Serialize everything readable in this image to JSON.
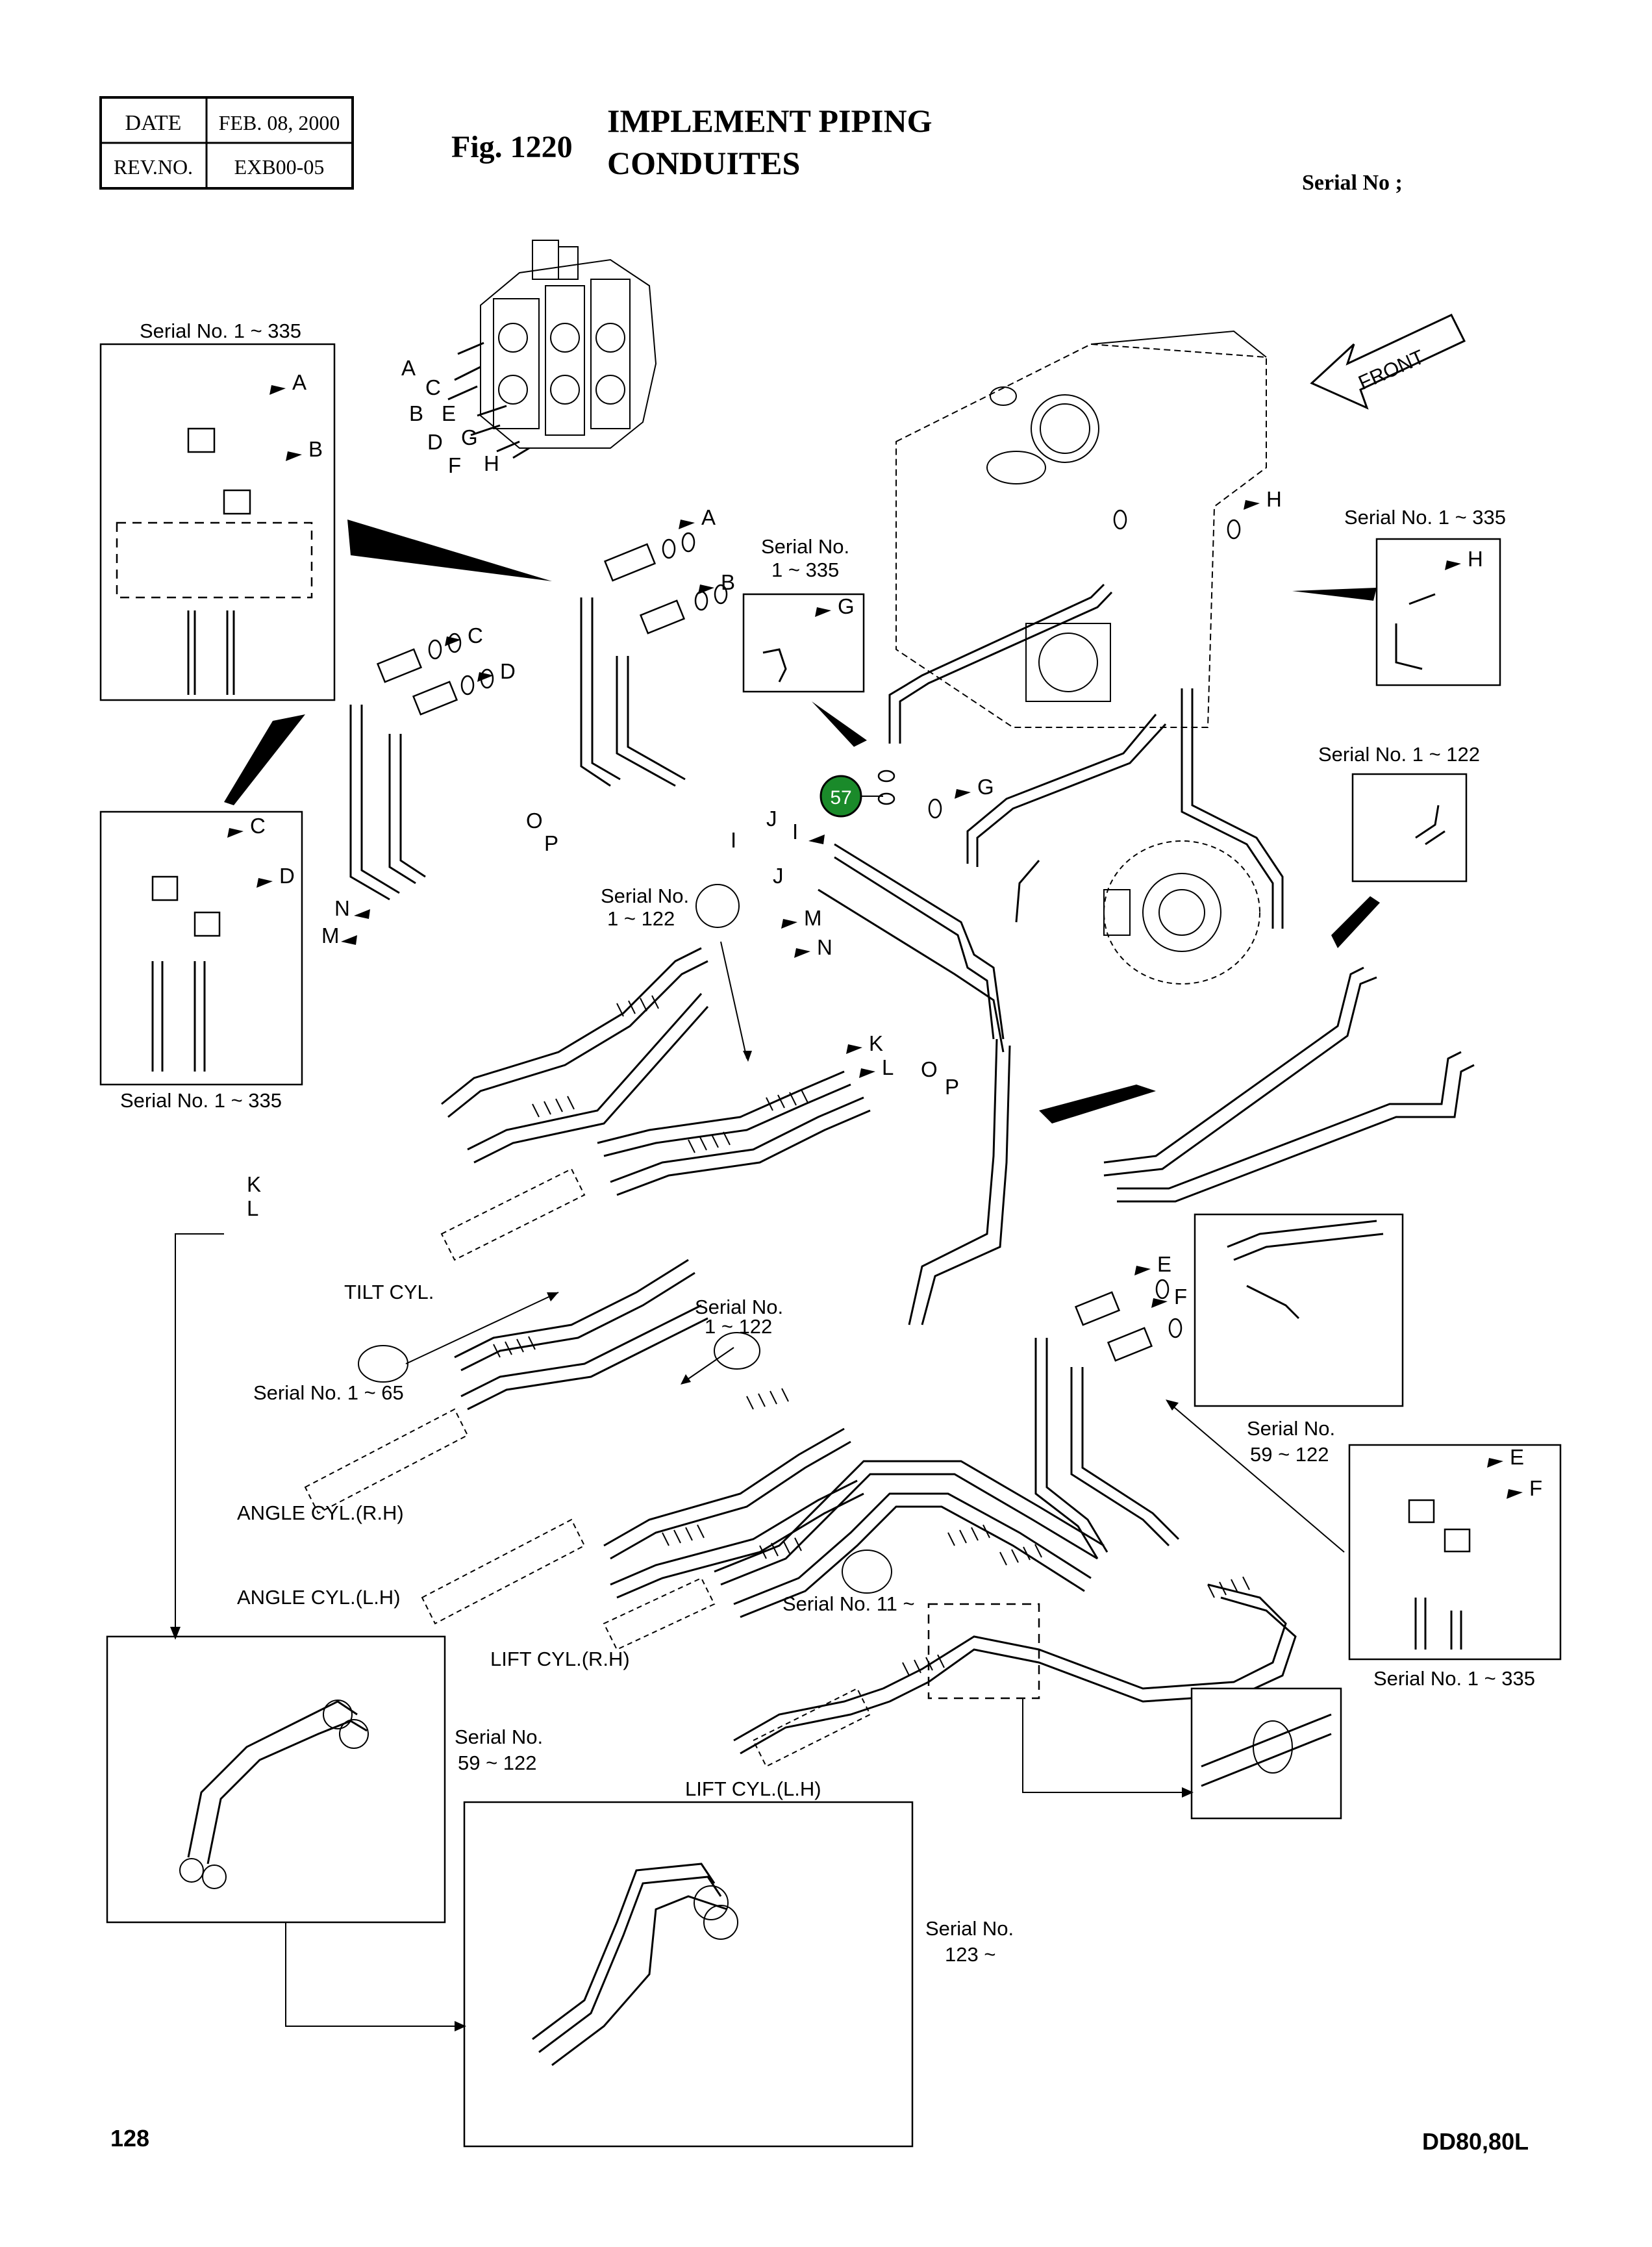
{
  "header": {
    "date_label": "DATE",
    "date_value": "FEB. 08, 2000",
    "rev_label": "REV.NO.",
    "rev_value": "EXB00-05",
    "fig_number": "Fig. 1220",
    "title_line1": "IMPLEMENT PIPING",
    "title_line2": "CONDUITES",
    "serial_label": "Serial No ;"
  },
  "callouts": {
    "sn_1_335_a": "Serial No. 1 ~ 335",
    "sn_1_335_b": "Serial No. 1 ~ 335",
    "sn_1_335_c": "Serial No. 1 ~ 335",
    "sn_1_335_d": "Serial No. 1 ~ 335",
    "sn_1_335_split_top": "Serial No.",
    "sn_1_335_split_bottom": "1 ~ 335",
    "sn_1_122_a": "Serial No. 1 ~ 122",
    "sn_1_122_split_top": "Serial No.",
    "sn_1_122_split_bottom": "1 ~ 122",
    "sn_1_122_b_top": "Serial No.",
    "sn_1_122_b_bottom": "1 ~ 122",
    "sn_1_65": "Serial No. 1 ~ 65",
    "sn_59_122_a_top": "Serial No.",
    "sn_59_122_a_bottom": "59 ~ 122",
    "sn_59_122_b_top": "Serial No.",
    "sn_59_122_b_bottom": "59 ~ 122",
    "sn_11": "Serial No. 11 ~",
    "sn_123_top": "Serial No.",
    "sn_123_bottom": "123 ~"
  },
  "part_labels": {
    "tilt_cyl": "TILT CYL.",
    "angle_cyl_rh": "ANGLE CYL.(R.H)",
    "angle_cyl_lh": "ANGLE CYL.(L.H)",
    "lift_cyl_rh": "LIFT CYL.(R.H)",
    "lift_cyl_lh": "LIFT CYL.(L.H)",
    "front": "FRONT"
  },
  "port_letters": {
    "A": "A",
    "B": "B",
    "C": "C",
    "D": "D",
    "E": "E",
    "F": "F",
    "G": "G",
    "H": "H",
    "I": "I",
    "J": "J",
    "K": "K",
    "L": "L",
    "M": "M",
    "N": "N",
    "O": "O",
    "P": "P"
  },
  "highlight": {
    "number": "57",
    "color": "#1a8a2a"
  },
  "footer": {
    "page_number": "128",
    "model": "DD80,80L"
  },
  "colors": {
    "line": "#000000",
    "background": "#ffffff"
  }
}
